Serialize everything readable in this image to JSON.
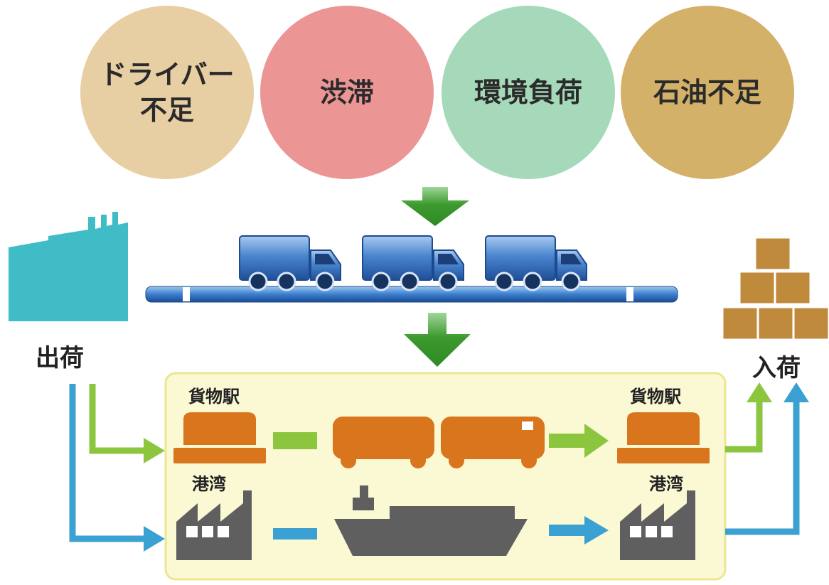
{
  "issues": [
    {
      "label": "ドライバー\n不足",
      "color": "#e8cfa3"
    },
    {
      "label": "渋滞",
      "color": "#ec9595"
    },
    {
      "label": "環境負荷",
      "color": "#a5d9b9"
    },
    {
      "label": "石油不足",
      "color": "#d3b169"
    }
  ],
  "labels": {
    "shipping": "出荷",
    "receiving": "入荷",
    "freight_station_left": "貨物駅",
    "freight_station_right": "貨物駅",
    "port_left": "港湾",
    "port_right": "港湾"
  },
  "colors": {
    "arrow_green": "#3d9a2e",
    "rail_route": "#8cc63f",
    "sea_route": "#3ba1d3",
    "rail_orange": "#d9751c",
    "ship_gray": "#5f5f5f",
    "factory_teal": "#3fbcc6",
    "box_brown": "#bf8a3c",
    "panel_fill": "#fbf8d4",
    "panel_border": "#ece690",
    "truck_blue": "#2f6fb8"
  }
}
